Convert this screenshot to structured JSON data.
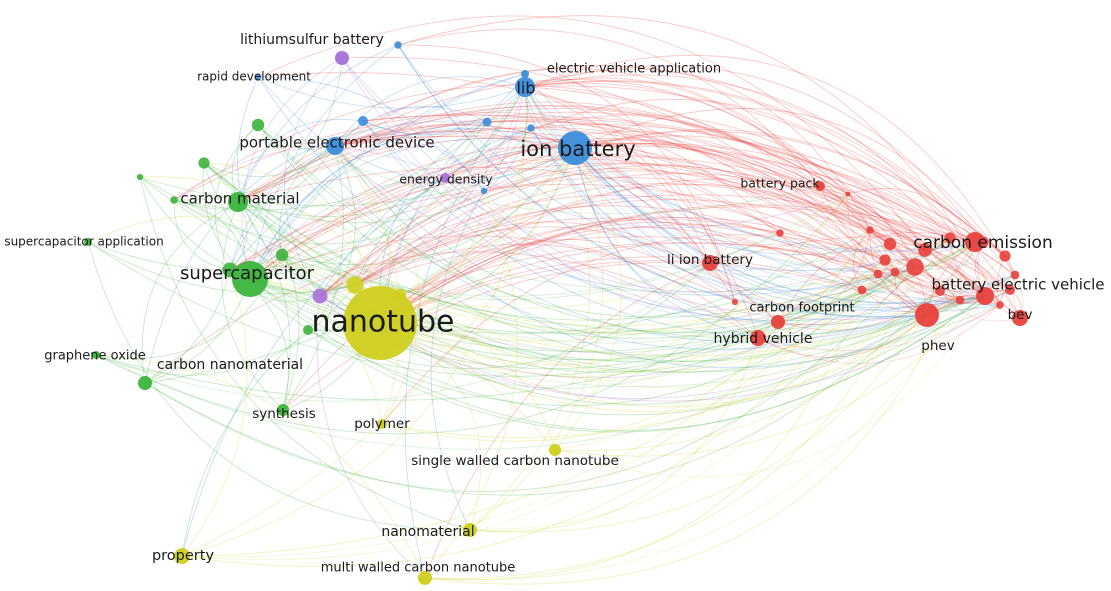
{
  "network": {
    "clusters": [
      {
        "id": "red",
        "color": "#e8413c"
      },
      {
        "id": "green",
        "color": "#3cb43c"
      },
      {
        "id": "blue",
        "color": "#3b8ddb"
      },
      {
        "id": "yellow",
        "color": "#cfcf1f"
      },
      {
        "id": "purple",
        "color": "#a870d8"
      }
    ],
    "nodes": [
      {
        "id": "nanotube",
        "label": "nanotube",
        "cluster": "yellow",
        "weight": 10
      },
      {
        "id": "supercapacitor",
        "label": "supercapacitor",
        "cluster": "green",
        "weight": 6
      },
      {
        "id": "ion-battery",
        "label": "ion battery",
        "cluster": "blue",
        "weight": 6
      },
      {
        "id": "carbon-emission",
        "label": "carbon emission",
        "cluster": "red",
        "weight": 4
      },
      {
        "id": "battery-electric-vehicle",
        "label": "battery electric vehicle",
        "cluster": "red",
        "weight": 3.5
      },
      {
        "id": "lib",
        "label": "lib",
        "cluster": "blue",
        "weight": 3
      },
      {
        "id": "carbon-material",
        "label": "carbon material",
        "cluster": "green",
        "weight": 3
      },
      {
        "id": "portable-electronic-device",
        "label": "portable electronic device",
        "cluster": "blue",
        "weight": 3
      },
      {
        "id": "lithiumsulfur-battery",
        "label": "lithiumsulfur battery",
        "cluster": "purple",
        "weight": 2
      },
      {
        "id": "electric-vehicle-application",
        "label": "electric vehicle application",
        "cluster": "blue",
        "weight": 1.5
      },
      {
        "id": "rapid-development",
        "label": "rapid development",
        "cluster": "blue",
        "weight": 1.2
      },
      {
        "id": "energy-density",
        "label": "energy density",
        "cluster": "purple",
        "weight": 1.5
      },
      {
        "id": "battery-pack",
        "label": "battery pack",
        "cluster": "red",
        "weight": 1.5
      },
      {
        "id": "li-ion-battery",
        "label": "li ion battery",
        "cluster": "red",
        "weight": 2
      },
      {
        "id": "carbon-footprint",
        "label": "carbon footprint",
        "cluster": "red",
        "weight": 1.5
      },
      {
        "id": "hybrid-vehicle",
        "label": "hybrid vehicle",
        "cluster": "red",
        "weight": 2
      },
      {
        "id": "phev",
        "label": "phev",
        "cluster": "red",
        "weight": 3
      },
      {
        "id": "bev",
        "label": "bev",
        "cluster": "red",
        "weight": 2
      },
      {
        "id": "supercapacitor-application",
        "label": "supercapacitor application",
        "cluster": "green",
        "weight": 1
      },
      {
        "id": "graphene-oxide",
        "label": "graphene oxide",
        "cluster": "green",
        "weight": 1
      },
      {
        "id": "carbon-nanomaterial",
        "label": "carbon nanomaterial",
        "cluster": "green",
        "weight": 2
      },
      {
        "id": "synthesis",
        "label": "synthesis",
        "cluster": "green",
        "weight": 1.5
      },
      {
        "id": "polymer",
        "label": "polymer",
        "cluster": "yellow",
        "weight": 1.5
      },
      {
        "id": "single-walled-carbon-nanotube",
        "label": "single walled carbon nanotube",
        "cluster": "yellow",
        "weight": 1.5
      },
      {
        "id": "nanomaterial",
        "label": "nanomaterial",
        "cluster": "yellow",
        "weight": 2
      },
      {
        "id": "multi-walled-carbon-nanotube",
        "label": "multi walled carbon nanotube",
        "cluster": "yellow",
        "weight": 2
      },
      {
        "id": "property",
        "label": "property",
        "cluster": "yellow",
        "weight": 2
      }
    ]
  }
}
